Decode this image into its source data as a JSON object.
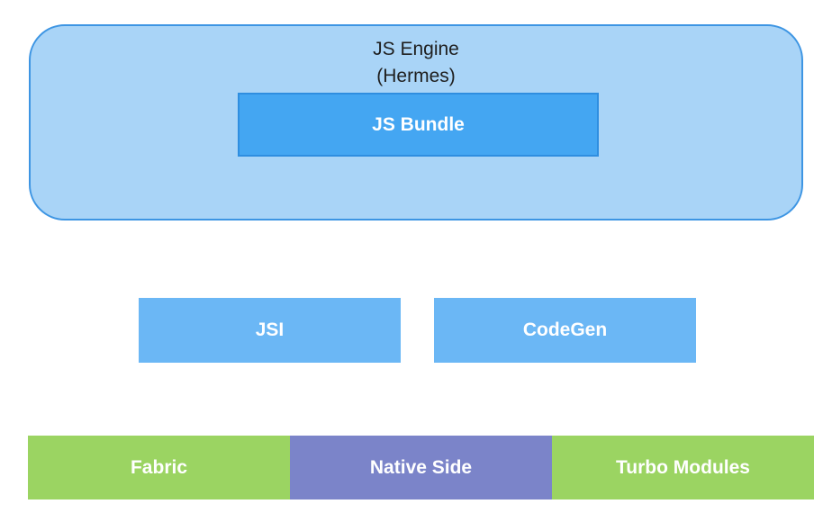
{
  "engine": {
    "title_line1": "JS Engine",
    "title_line2": "(Hermes)",
    "fill": "#a9d4f7",
    "border": "#3d95e3",
    "bundle": {
      "label": "JS Bundle",
      "fill": "#44a6f2"
    }
  },
  "middle": {
    "jsi": {
      "label": "JSI",
      "fill": "#6bb7f5"
    },
    "codegen": {
      "label": "CodeGen",
      "fill": "#6bb7f5"
    }
  },
  "bottom": {
    "fabric": {
      "label": "Fabric",
      "fill": "#9bd462"
    },
    "native_side": {
      "label": "Native Side",
      "fill": "#7b84c9"
    },
    "turbo_modules": {
      "label": "Turbo Modules",
      "fill": "#9bd462"
    }
  }
}
